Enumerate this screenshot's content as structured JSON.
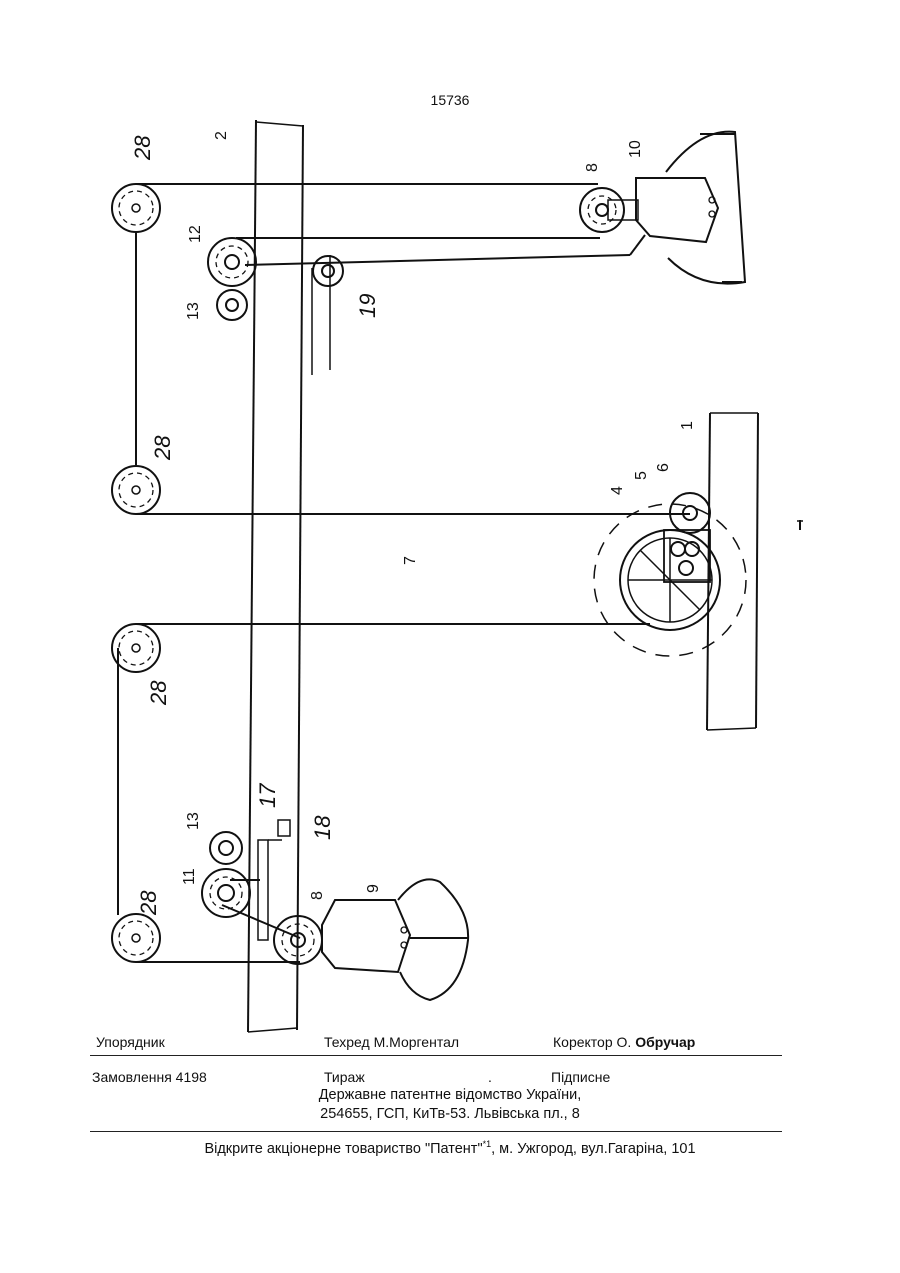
{
  "page_number": "15736",
  "labels": {
    "l28a": "28",
    "l28b": "28",
    "l28c": "28",
    "l28d": "28",
    "l2": "2",
    "l12": "12",
    "l13a": "13",
    "l19": "19",
    "l8a": "8",
    "l10": "10",
    "l1": "1",
    "l4": "4",
    "l5": "5",
    "l6": "6",
    "l7": "7",
    "l13b": "13",
    "l11": "11",
    "l17": "17",
    "l18": "18",
    "l8b": "8",
    "l9": "9"
  },
  "imprint": {
    "compiler": "Упорядник",
    "techred": "Техред М.Моргентал",
    "corrector_prefix": "Коректор О.",
    "corrector_name": "Обручар",
    "order": "Замовлення 4198",
    "circulation": "Тираж",
    "dot": ".",
    "subscription": "Підписне",
    "office_line1": "Державне  патентне відомство України,",
    "office_line2": "254655, ГСП, КиТв-53. Львівська пл., 8",
    "footer_main": "Відкрите акціонерне товариство \"Патент\"",
    "footer_sup": "*1",
    "footer_tail": ", м. Ужгород, вул.Гагаріна, 101"
  }
}
